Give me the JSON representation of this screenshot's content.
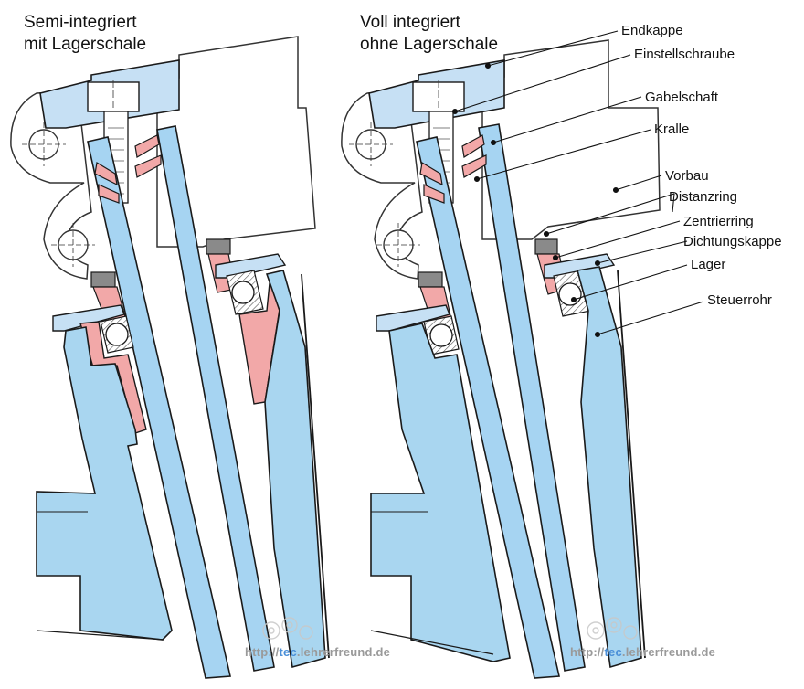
{
  "titles": {
    "left": {
      "line1": "Semi-integriert",
      "line2": "mit Lagerschale"
    },
    "right": {
      "line1": "Voll integriert",
      "line2": "ohne Lagerschale"
    }
  },
  "labels": {
    "endkappe": "Endkappe",
    "einstellschraube": "Einstellschraube",
    "gabelschaft": "Gabelschaft",
    "kralle": "Kralle",
    "vorbau": "Vorbau",
    "distanzring": "Distanzring",
    "zentrierring": "Zentrierring",
    "dichtungskappe": "Dichtungskappe",
    "lager": "Lager",
    "steuerrohr": "Steuerrohr"
  },
  "watermark": {
    "prefix": "http://",
    "accent": "tec",
    "suffix": ".lehrerfreund.de"
  },
  "colors": {
    "frame_blue": "#a9d6f0",
    "steerer_blue": "#a6d4f2",
    "cap_blue": "#c6e0f4",
    "pink": "#f2a8a8",
    "spacer_gray": "#8a8a8a",
    "outline": "#1a1a1a"
  }
}
